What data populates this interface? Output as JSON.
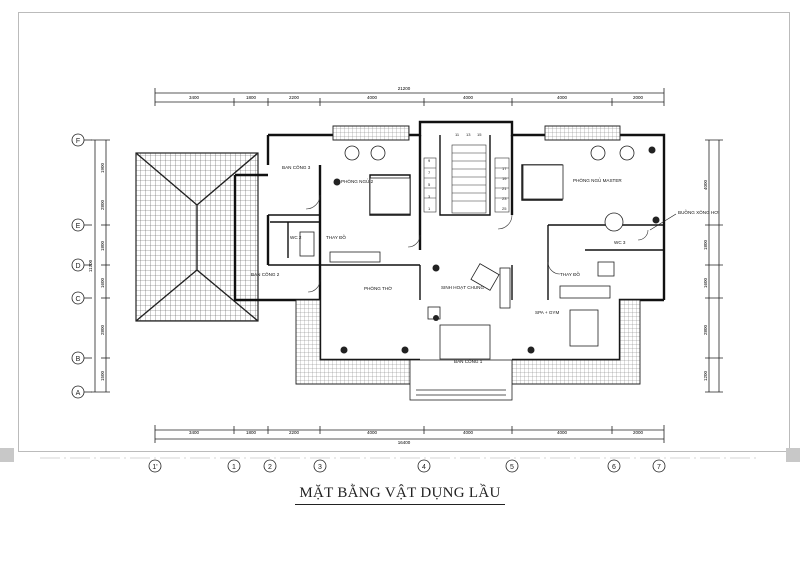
{
  "drawing_title": "MẶT BẰNG VẬT DỤNG LẦU",
  "rooms": {
    "ban_cong_3": "BAN CÔNG 3",
    "phong_ngu_2": "PHÒNG NGỦ 2",
    "phong_ngu_master": "PHÒNG NGỦ MASTER",
    "buong_xong_hoi": "BUỒNG XÔNG HƠI",
    "wc_2": "WC 2",
    "thay_do_left": "THAY ĐỒ",
    "wc_3": "WC 3",
    "ban_cong_2": "BAN CÔNG 2",
    "thay_do_right": "THAY ĐỒ",
    "phong_tho": "PHÒNG THỜ",
    "sinh_hoat_chung": "SINH HOẠT CHUNG",
    "spa_gym": "SPA + GYM",
    "ban_cong_1": "BAN CÔNG 1"
  },
  "dimensions": {
    "overall_top": "21200",
    "overall_bottom": "16400",
    "top_segments": [
      "3400",
      "1800",
      "2200",
      "4000",
      "4000",
      "4000",
      "2000"
    ],
    "bottom_segments": [
      "3400",
      "1800",
      "2200",
      "4000",
      "4000",
      "4000",
      "2000"
    ],
    "left_overall": "11700",
    "left_segments": [
      "1900",
      "2800",
      "1800",
      "1600",
      "2800",
      "1500"
    ],
    "right_top": "4000",
    "right_segments": [
      "1800",
      "1600",
      "2800",
      "1200"
    ]
  },
  "grid_axes": {
    "rows": [
      "F",
      "E",
      "D",
      "C",
      "B",
      "A"
    ],
    "columns": [
      "1'",
      "1",
      "2",
      "3",
      "4",
      "5",
      "6",
      "7"
    ]
  },
  "stair_numbers": [
    "11",
    "13",
    "15",
    "17",
    "19",
    "21",
    "23",
    "25",
    "1",
    "3",
    "5",
    "7",
    "9"
  ]
}
